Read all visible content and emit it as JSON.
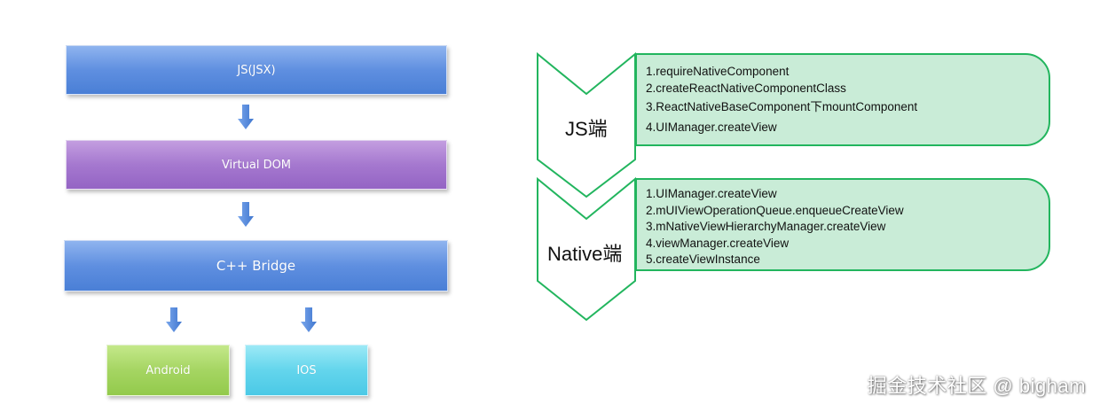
{
  "left_diagram": {
    "js_box": "JS(JSX)",
    "virtual_dom_box": "Virtual DOM",
    "bridge_box": "C++ Bridge",
    "android_box": "Android",
    "ios_box": "IOS"
  },
  "right_diagram": {
    "js_stage": {
      "label": "JS端",
      "steps": [
        "1.requireNativeComponent",
        "2.createReactNativeComponentClass",
        "3.ReactNativeBaseComponent下mountComponent",
        "4.UIManager.createView"
      ]
    },
    "native_stage": {
      "label": "Native端",
      "steps": [
        "1.UIManager.createView",
        "2.mUIViewOperationQueue.enqueueCreateView",
        "3.mNativeViewHierarchyManager.createView",
        "4.viewManager.createView",
        "5.createViewInstance"
      ]
    }
  },
  "watermark": "掘金技术社区 @ bigham",
  "colors": {
    "box_blue": "#5f8fe0",
    "box_purple": "#a578cf",
    "box_green": "#a5d562",
    "box_cyan": "#63d5ec",
    "arrow_blue": "#4f86d9",
    "panel_fill": "#c9ecd7",
    "panel_border": "#22b55e"
  }
}
